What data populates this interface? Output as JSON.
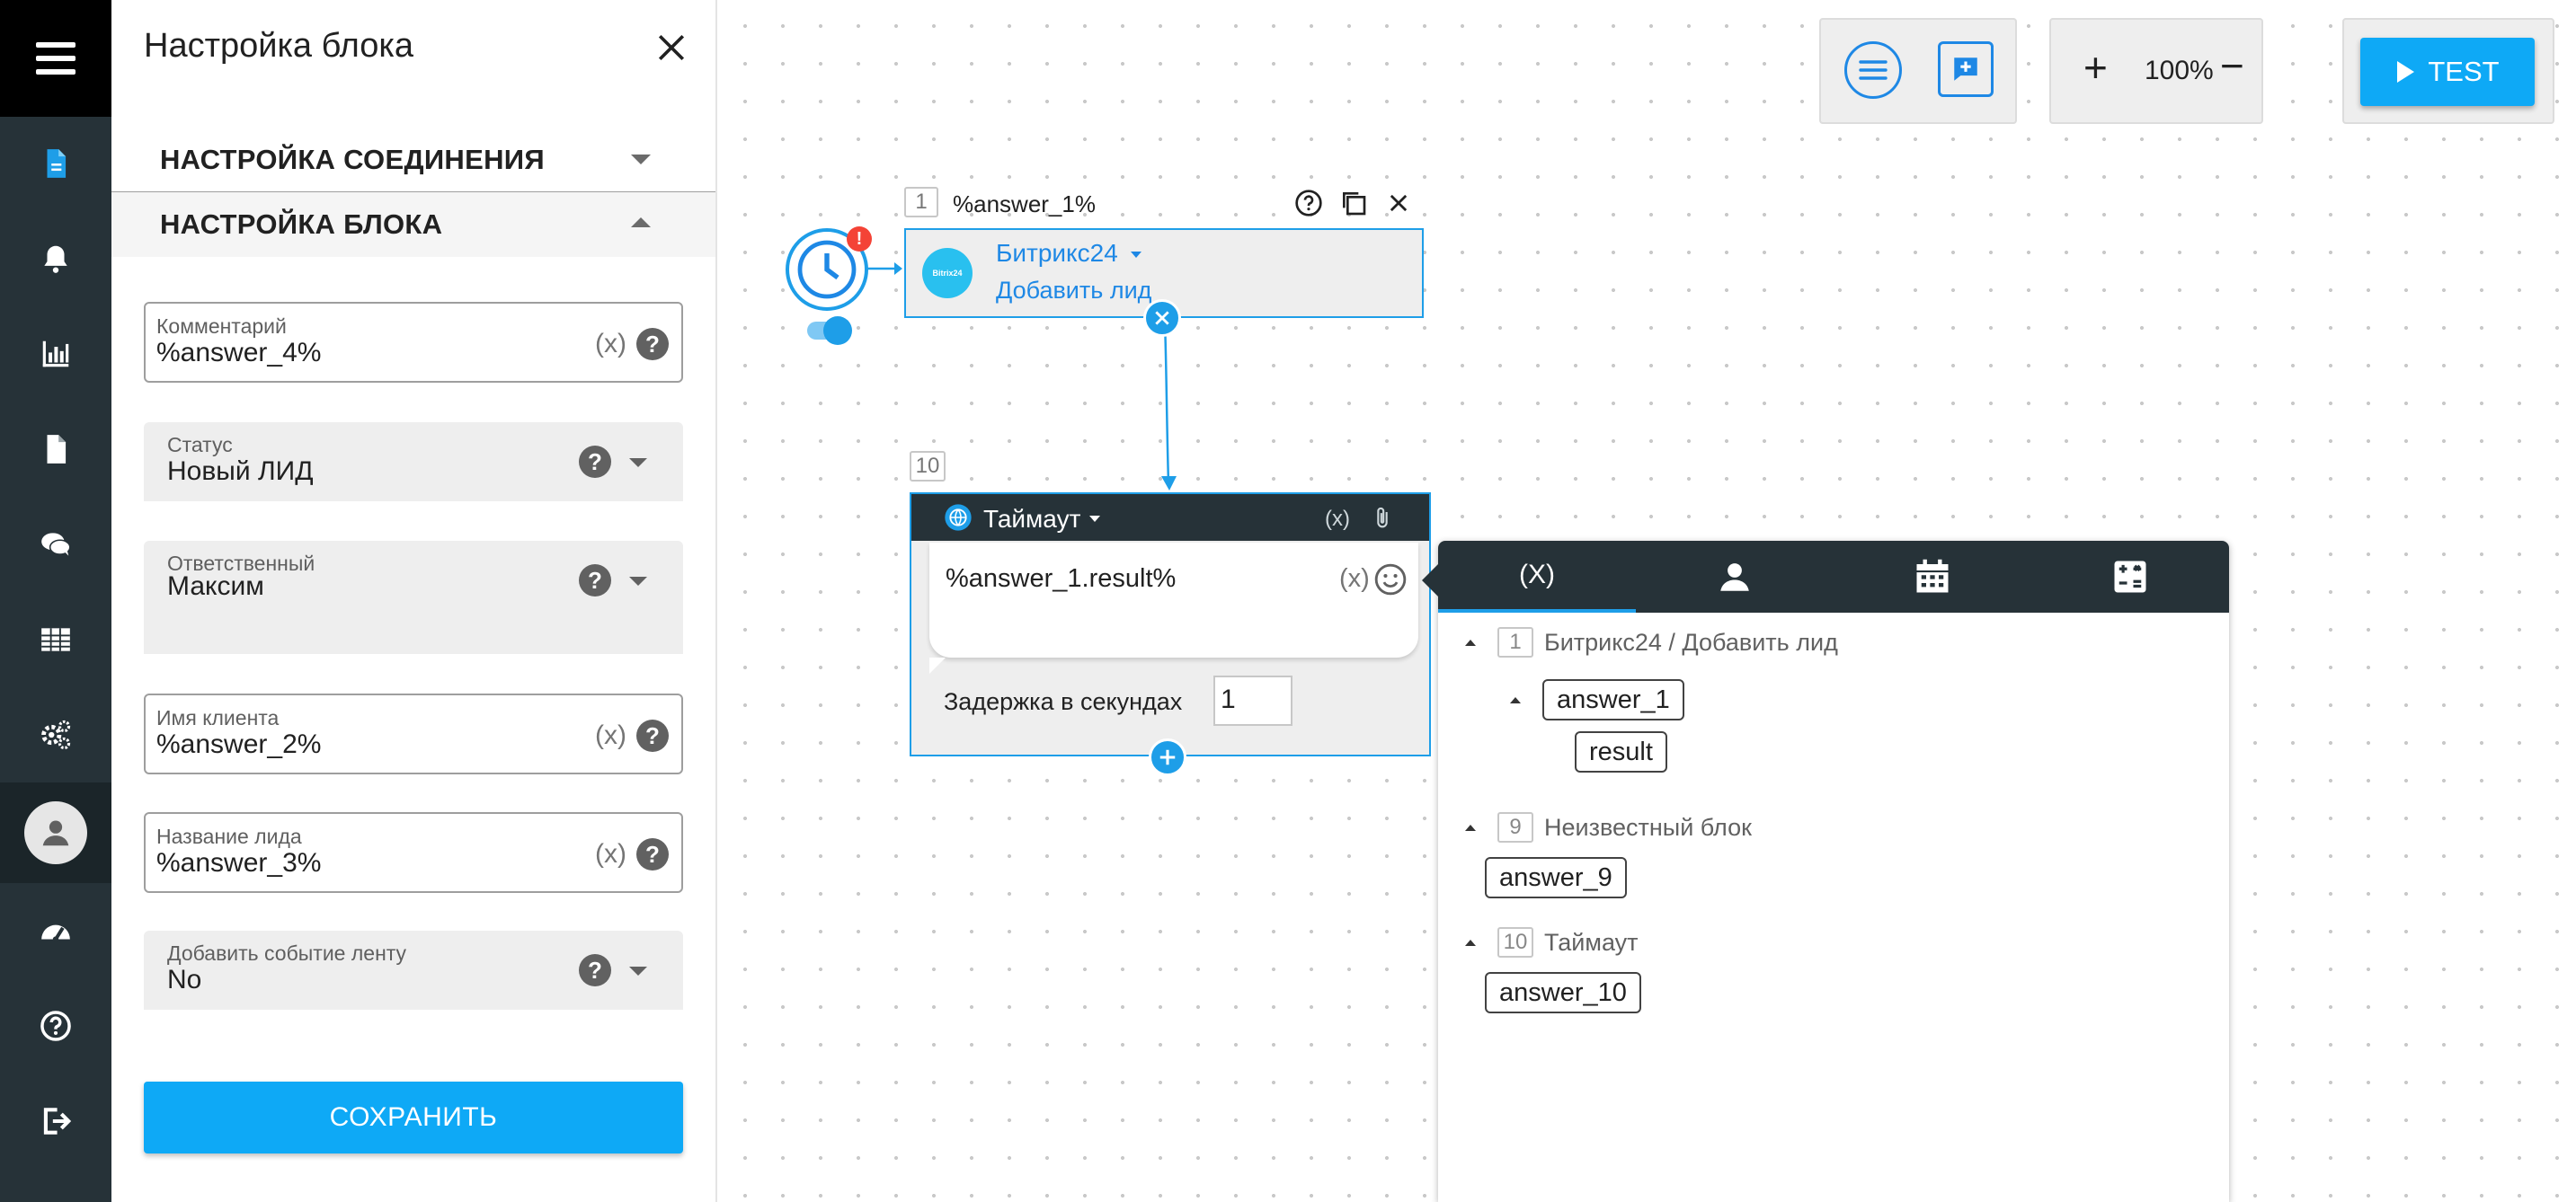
{
  "colors": {
    "accent": "#0ea9f6",
    "link": "#1e88e5",
    "rail": "#263238",
    "danger": "#f44336"
  },
  "rail": {
    "items": [
      {
        "name": "menu",
        "icon": "hamburger-icon"
      },
      {
        "name": "document",
        "icon": "document-icon"
      },
      {
        "name": "notifications",
        "icon": "bell-icon"
      },
      {
        "name": "stats",
        "icon": "bar-chart-icon"
      },
      {
        "name": "file",
        "icon": "file-icon"
      },
      {
        "name": "chats",
        "icon": "chat-icon"
      },
      {
        "name": "table",
        "icon": "table-icon"
      },
      {
        "name": "settings",
        "icon": "gears-icon"
      },
      {
        "name": "profile",
        "icon": "user-icon"
      },
      {
        "name": "dashboard",
        "icon": "speedometer-icon"
      },
      {
        "name": "help",
        "icon": "help-icon"
      },
      {
        "name": "logout",
        "icon": "logout-icon"
      }
    ]
  },
  "panel": {
    "title": "Настройка блока",
    "sections": {
      "connection": "НАСТРОЙКА СОЕДИНЕНИЯ",
      "block": "НАСТРОЙКА БЛОКА"
    },
    "fields": {
      "comment": {
        "label": "Комментарий",
        "value": "%answer_4%"
      },
      "status": {
        "label": "Статус",
        "value": "Новый ЛИД"
      },
      "responsible": {
        "label": "Ответственный",
        "value": "Максим"
      },
      "client_name": {
        "label": "Имя клиента",
        "value": "%answer_2%"
      },
      "lead_name": {
        "label": "Название лида",
        "value": "%answer_3%"
      },
      "add_event": {
        "label": "Добавить событие ленту",
        "value": "No"
      }
    },
    "var_symbol": "(x)",
    "help_symbol": "?",
    "save": "СОХРАНИТЬ"
  },
  "toolbar": {
    "zoom": "100%",
    "zoom_in": "+",
    "zoom_out": "−",
    "test": "TEST"
  },
  "block1": {
    "number": "1",
    "title": "%answer_1%",
    "service": "Битрикс24",
    "action": "Добавить лид",
    "logo_text": "Bitrix24"
  },
  "block10": {
    "number": "10",
    "title": "Таймаут",
    "var_symbol": "(x)",
    "message": "%answer_1.result%",
    "delay_label": "Задержка в секундах",
    "delay_value": "1"
  },
  "popup": {
    "tabs": [
      {
        "label": "(X)",
        "icon": "variables-icon"
      },
      {
        "label": "",
        "icon": "person-icon"
      },
      {
        "label": "",
        "icon": "calendar-icon"
      },
      {
        "label": "",
        "icon": "calculator-icon"
      }
    ],
    "groups": [
      {
        "num": "1",
        "title": "Битрикс24 / Добавить лид",
        "vars": [
          "answer_1"
        ],
        "sub": [
          "result"
        ]
      },
      {
        "num": "9",
        "title": "Неизвестный блок",
        "vars": [
          "answer_9"
        ]
      },
      {
        "num": "10",
        "title": "Таймаут",
        "vars": [
          "answer_10"
        ]
      }
    ]
  }
}
